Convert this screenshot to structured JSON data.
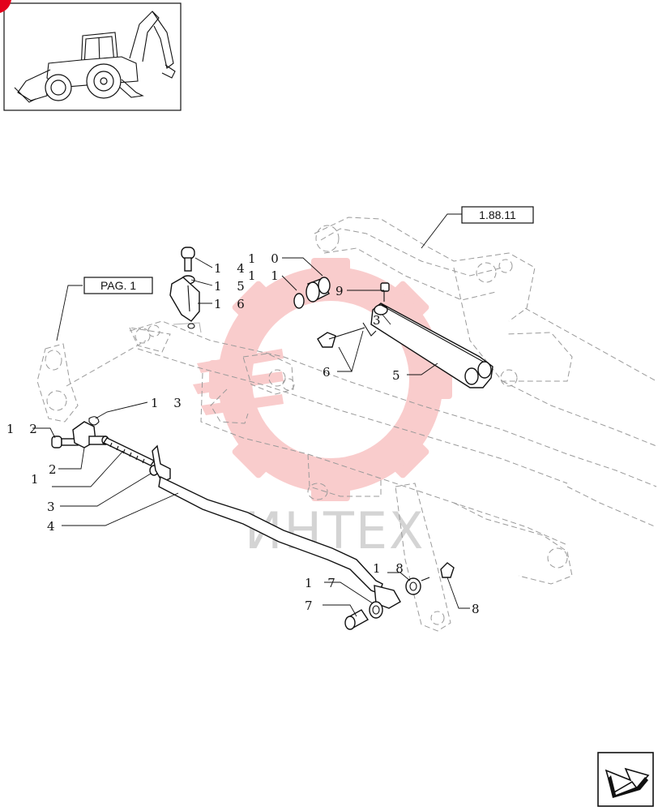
{
  "references": {
    "section_ref": "1.88.11",
    "page_ref": "PAG. 1"
  },
  "watermark": {
    "text": "ИНТЕХ",
    "color": "#f5a3a3"
  },
  "callouts": [
    {
      "id": "c14",
      "text": "1 4"
    },
    {
      "id": "c15",
      "text": "1 5"
    },
    {
      "id": "c16",
      "text": "1 6"
    },
    {
      "id": "c10",
      "text": "1 0"
    },
    {
      "id": "c11",
      "text": "1 1"
    },
    {
      "id": "c9",
      "text": "9"
    },
    {
      "id": "c3b",
      "text": "3"
    },
    {
      "id": "c6",
      "text": "6"
    },
    {
      "id": "c5",
      "text": "5"
    },
    {
      "id": "c13",
      "text": "1 3"
    },
    {
      "id": "c12",
      "text": "1 2"
    },
    {
      "id": "c2",
      "text": "2"
    },
    {
      "id": "c1",
      "text": "1"
    },
    {
      "id": "c3",
      "text": "3"
    },
    {
      "id": "c4",
      "text": "4"
    },
    {
      "id": "c18",
      "text": "1 8"
    },
    {
      "id": "c17",
      "text": "1 7"
    },
    {
      "id": "c7",
      "text": "7"
    },
    {
      "id": "c8",
      "text": "8"
    }
  ],
  "icons": {
    "thumbnail": "backhoe-loader-thumbnail",
    "corner_badge": "red-corner-badge",
    "nav": "next-page-arrow-icon"
  },
  "colors": {
    "badge": "#e3001b",
    "watermark_gear": "#f5a3a3",
    "line": "#111111",
    "ghost_line": "#9a9a9a"
  }
}
